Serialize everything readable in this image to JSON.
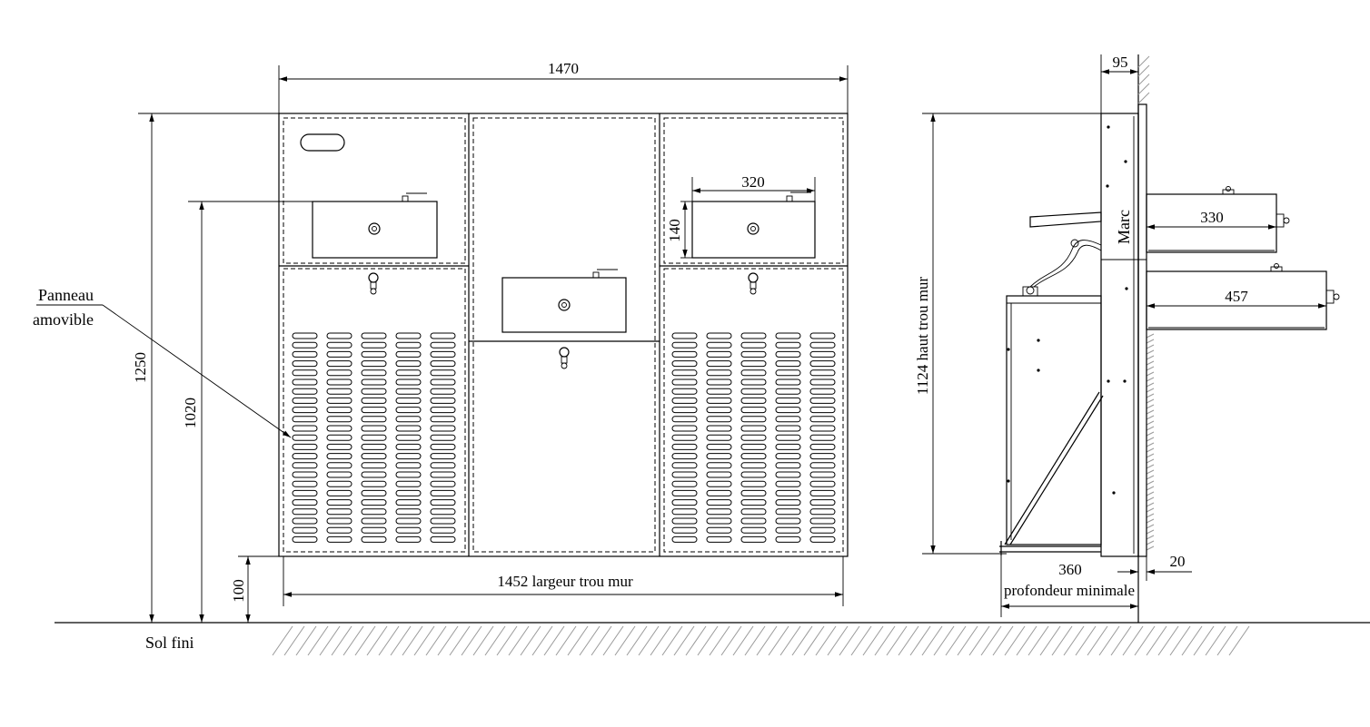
{
  "dimensions": {
    "overall_width": "1470",
    "overall_height": "1250",
    "spout_height": "1020",
    "base_height": "100",
    "wall_hole_width": "1452 largeur trou mur",
    "basin_width": "320",
    "basin_height": "140",
    "frame_depth": "95",
    "wall_hole_height": "1124 haut trou mur",
    "side_basin_upper": "330",
    "side_basin_lower": "457",
    "min_depth_value": "360",
    "min_depth_label": "profondeur minimale",
    "wall_offset": "20"
  },
  "labels": {
    "panel_line1": "Panneau",
    "panel_line2": "amovible",
    "floor": "Sol fini",
    "frame": "Marc"
  }
}
